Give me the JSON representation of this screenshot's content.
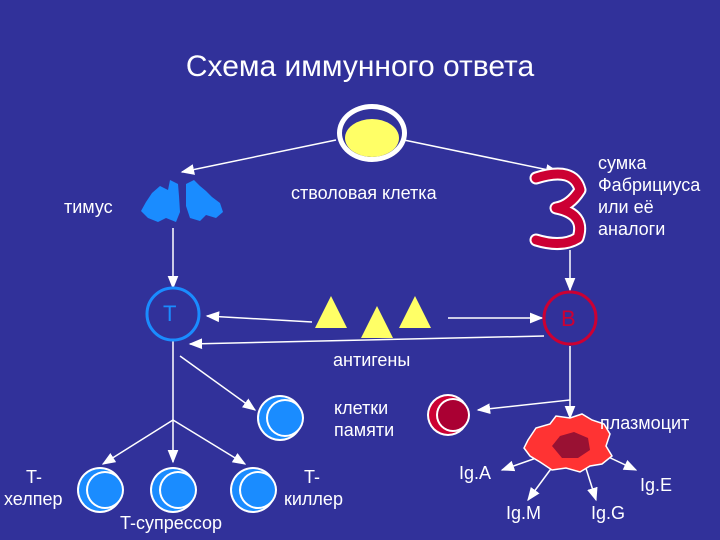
{
  "title": "Схема иммунного ответа",
  "labels": {
    "stem_cell": "стволовая клетка",
    "thymus": "тимус",
    "bursa": [
      "сумка",
      "Фабрициуса",
      "или её",
      "аналоги"
    ],
    "t_letter": "T",
    "b_letter": "B",
    "antigens": "антигены",
    "memory_cells": [
      "клетки",
      "памяти"
    ],
    "plasmocyte": "плазмоцит",
    "t_helper": [
      "T-",
      "хелпер"
    ],
    "t_suppressor": "T-супрессор",
    "t_killer": [
      "T-",
      "киллер"
    ],
    "ig_a": "Ig.A",
    "ig_e": "Ig.E",
    "ig_m": "Ig.M",
    "ig_g": "Ig.G"
  },
  "colors": {
    "background": "#31319a",
    "stem_cell": "#ffff66",
    "t_cells": "#1a8cff",
    "b_cells": "#cc0033",
    "plasmocyte": "#ff3333",
    "antigens": "#ffff66",
    "text": "#ffffff",
    "arrows": "#ffffff"
  },
  "icons": [
    "stem-cell-icon",
    "thymus-icon",
    "bursa-icon",
    "antigen-triangle-icon",
    "cell-icon"
  ]
}
